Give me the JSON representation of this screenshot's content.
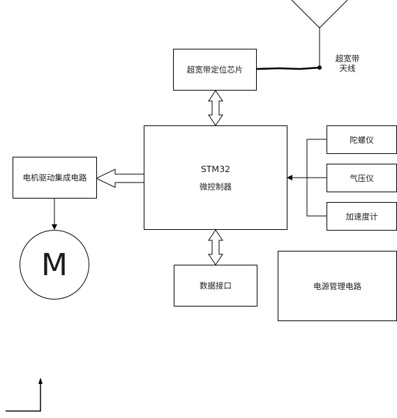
{
  "blocks": {
    "uwb_chip": "超宽带定位芯片",
    "mcu_title": "STM32",
    "mcu_sub": "微控制器",
    "motor_driver": "电机驱动集成电路",
    "motor": "M",
    "gyro": "陀螺仪",
    "barometer": "气压仪",
    "accelerometer": "加速度计",
    "data_interface": "数据接口",
    "power_mgmt": "电源管理电路"
  },
  "antenna_label": [
    "超宽带",
    "天线"
  ],
  "colors": {
    "line": "#000000",
    "fill": "#ffffff",
    "text": "#1a1a1a"
  }
}
